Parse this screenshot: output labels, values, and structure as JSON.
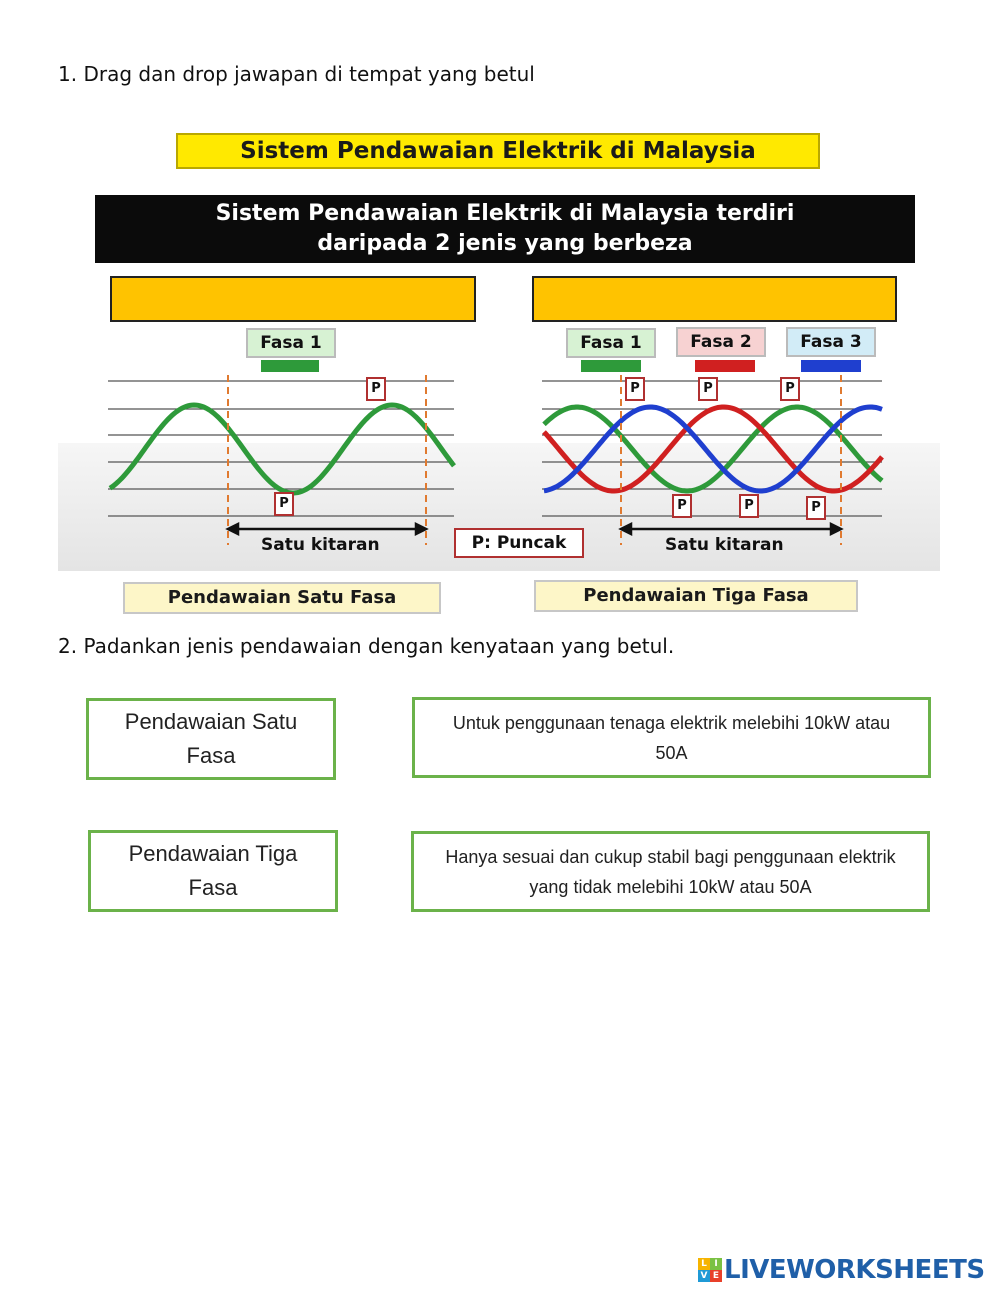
{
  "questions": {
    "q1": "1. Drag dan drop jawapan di tempat yang betul",
    "q2": "2. Padankan jenis pendawaian dengan kenyataan yang betul."
  },
  "figure": {
    "title": "Sistem Pendawaian Elektrik di Malaysia",
    "banner_line1": "Sistem Pendawaian Elektrik di Malaysia terdiri",
    "banner_line2": "daripada 2 jenis yang berbeza",
    "phase_labels": {
      "left_fasa1": "Fasa 1",
      "right_fasa1": "Fasa 1",
      "right_fasa2": "Fasa 2",
      "right_fasa3": "Fasa 3"
    },
    "peak_marker": "P",
    "cycle_label": "Satu kitaran",
    "legend": "P: Puncak",
    "caption_left": "Pendawaian Satu Fasa",
    "caption_right": "Pendawaian Tiga Fasa",
    "colors": {
      "fasa1": "#2e9a3a",
      "fasa2": "#d02020",
      "fasa3": "#1f3fcf",
      "drop_box": "#ffc300",
      "title_bg": "#ffe900"
    }
  },
  "matching": {
    "terms": [
      "Pendawaian Satu Fasa",
      "Pendawaian Tiga Fasa"
    ],
    "statements": [
      "Untuk penggunaan tenaga elektrik melebihi 10kW atau 50A",
      "Hanya sesuai dan cukup stabil bagi penggunaan elektrik yang tidak melebihi 10kW atau 50A"
    ]
  },
  "footer": {
    "logo_text": "LIVEWORKSHEETS",
    "logo_icon_letters": [
      "L",
      "I",
      "V",
      "E"
    ]
  }
}
